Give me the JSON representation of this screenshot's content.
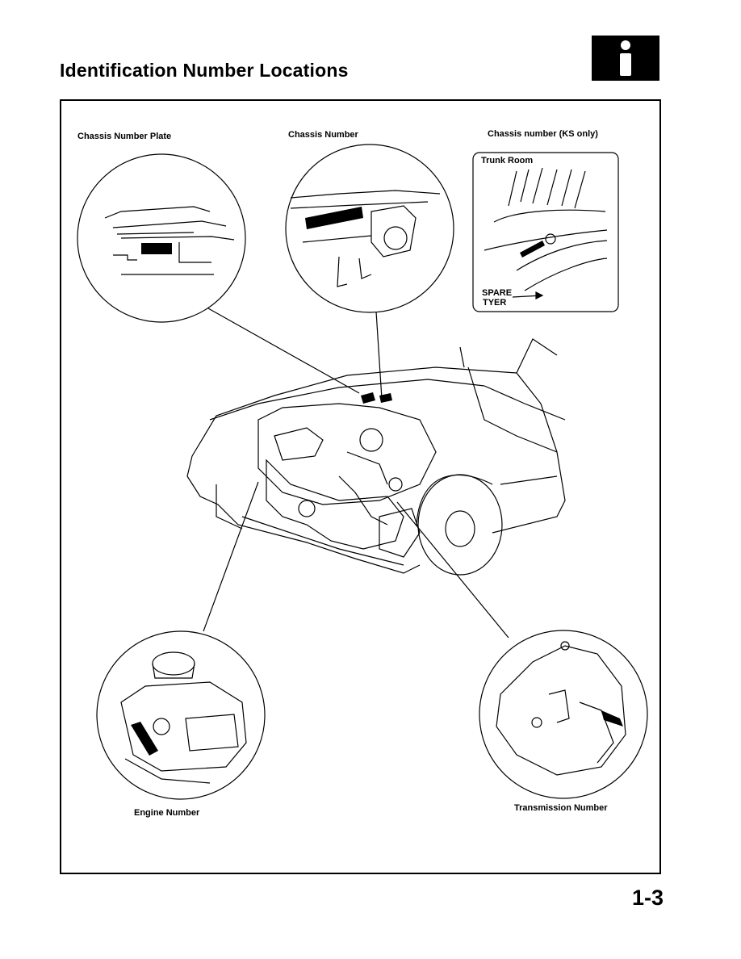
{
  "page": {
    "title": "Identification Number Locations",
    "page_number": "1-3",
    "info_badge_icon": "info-icon"
  },
  "callouts": {
    "chassis_number_plate": "Chassis Number Plate",
    "chassis_number": "Chassis Number",
    "chassis_number_ks": "Chassis number (KS only)",
    "engine_number": "Engine Number",
    "transmission_number": "Transmission Number"
  },
  "trunk_inset": {
    "trunk_room": "Trunk Room",
    "spare": "SPARE",
    "tyer": "TYER"
  }
}
